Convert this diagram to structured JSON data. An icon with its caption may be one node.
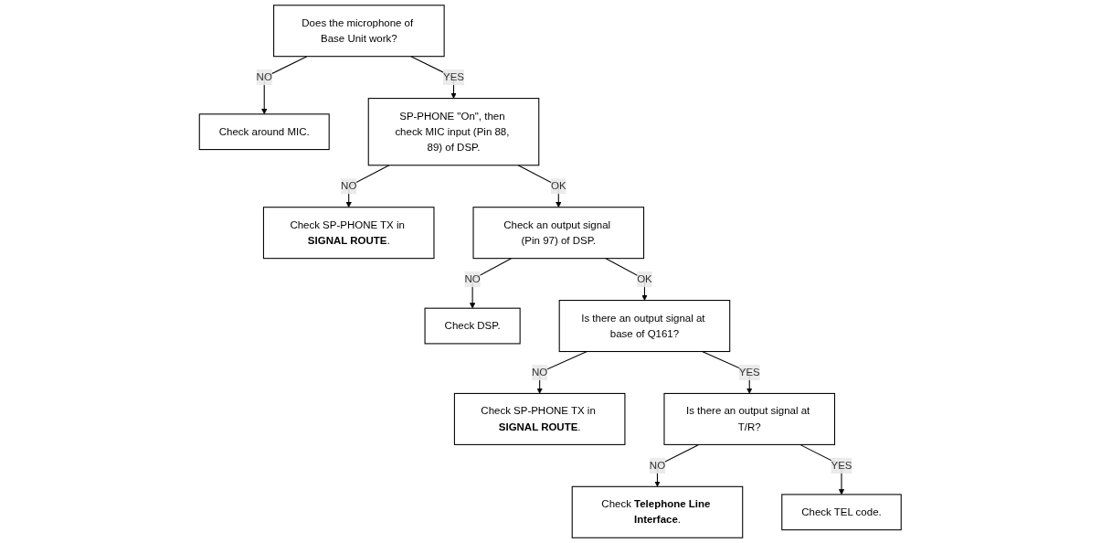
{
  "diagram": {
    "nodes": [
      {
        "text": [
          "Does the microphone of Base Unit work?"
        ]
      },
      {
        "text": [
          "Check around MIC."
        ]
      },
      {
        "text": [
          "SP-PHONE \"On\", then check MIC input (Pin 88, 89) of DSP."
        ]
      },
      {
        "text": [
          "Check SP-PHONE TX in **SIGNAL ROUTE**."
        ]
      },
      {
        "text": [
          "Check an output signal (Pin 97) of DSP."
        ]
      },
      {
        "text": [
          "Check DSP."
        ]
      },
      {
        "text": [
          "Is there an output signal at base of Q161?"
        ]
      },
      {
        "text": [
          "Check SP-PHONE TX in **SIGNAL ROUTE**."
        ]
      },
      {
        "text": [
          "Is there an output signal at T/R?"
        ]
      },
      {
        "text": [
          "Check **Telephone Line Interface**."
        ]
      },
      {
        "text": [
          "Check TEL code."
        ]
      }
    ],
    "edges": [
      {
        "from": 0,
        "to": 1,
        "arrow": "to",
        "label": "NO"
      },
      {
        "from": 0,
        "to": 2,
        "arrow": "to",
        "label": "YES"
      },
      {
        "from": 2,
        "to": 3,
        "arrow": "to",
        "label": "NO"
      },
      {
        "from": 2,
        "to": 4,
        "arrow": "to",
        "label": "OK"
      },
      {
        "from": 4,
        "to": 5,
        "arrow": "to",
        "label": "NO"
      },
      {
        "from": 4,
        "to": 6,
        "arrow": "to",
        "label": "OK"
      },
      {
        "from": 6,
        "to": 7,
        "arrow": "to",
        "label": "NO"
      },
      {
        "from": 6,
        "to": 8,
        "arrow": "to",
        "label": "YES"
      },
      {
        "from": 8,
        "to": 9,
        "arrow": "to",
        "label": "NO"
      },
      {
        "from": 8,
        "to": 10,
        "arrow": "to",
        "label": "YES"
      }
    ]
  }
}
